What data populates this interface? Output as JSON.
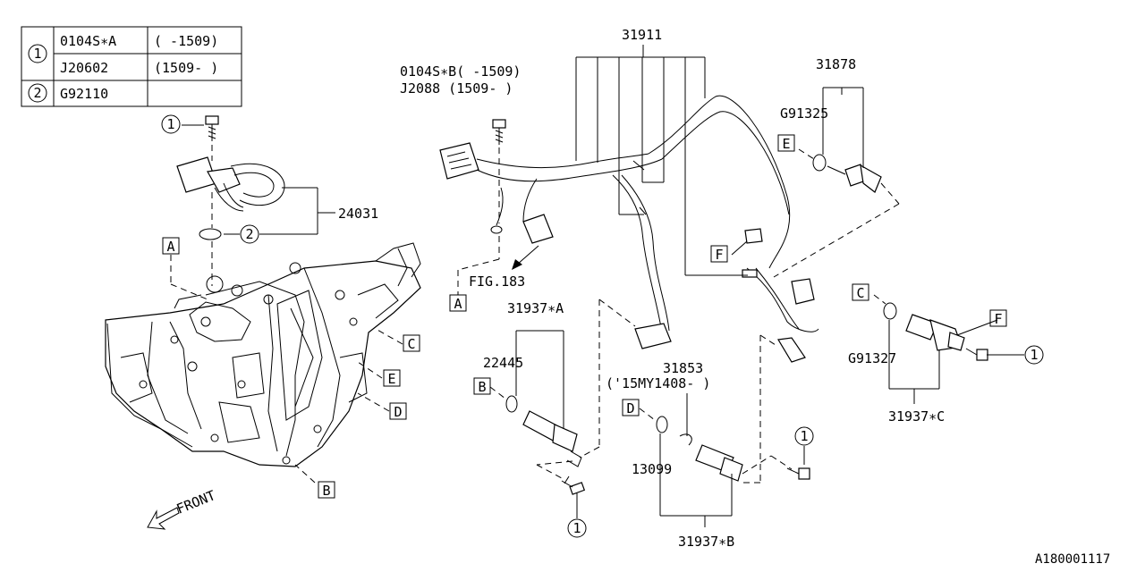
{
  "legend": {
    "rows": [
      {
        "ref": "1",
        "part": "0104S∗A",
        "range": "( -1509)"
      },
      {
        "ref": "",
        "part": "J20602",
        "range": "(1509- )"
      },
      {
        "ref": "2",
        "part": "G92110",
        "range": ""
      }
    ]
  },
  "callouts": {
    "p31911": "31911",
    "p0104SB": "0104S∗B( -1509)",
    "pJ2088": "J2088  (1509- )",
    "p31878": "31878",
    "pG91325": "G91325",
    "p24031": "24031",
    "fig": "FIG.183",
    "p31937A": "31937∗A",
    "p22445": "22445",
    "p31853": "31853",
    "p31853note": "('15MY1408- )",
    "p13099": "13099",
    "p31937B": "31937∗B",
    "pG91327": "G91327",
    "p31937C": "31937∗C",
    "front": "FRONT",
    "diagram_id": "A180001117"
  },
  "circle_refs": {
    "one": "1",
    "two": "2"
  },
  "box_labels": {
    "A": "A",
    "B": "B",
    "C": "C",
    "D": "D",
    "E": "E",
    "F": "F"
  }
}
